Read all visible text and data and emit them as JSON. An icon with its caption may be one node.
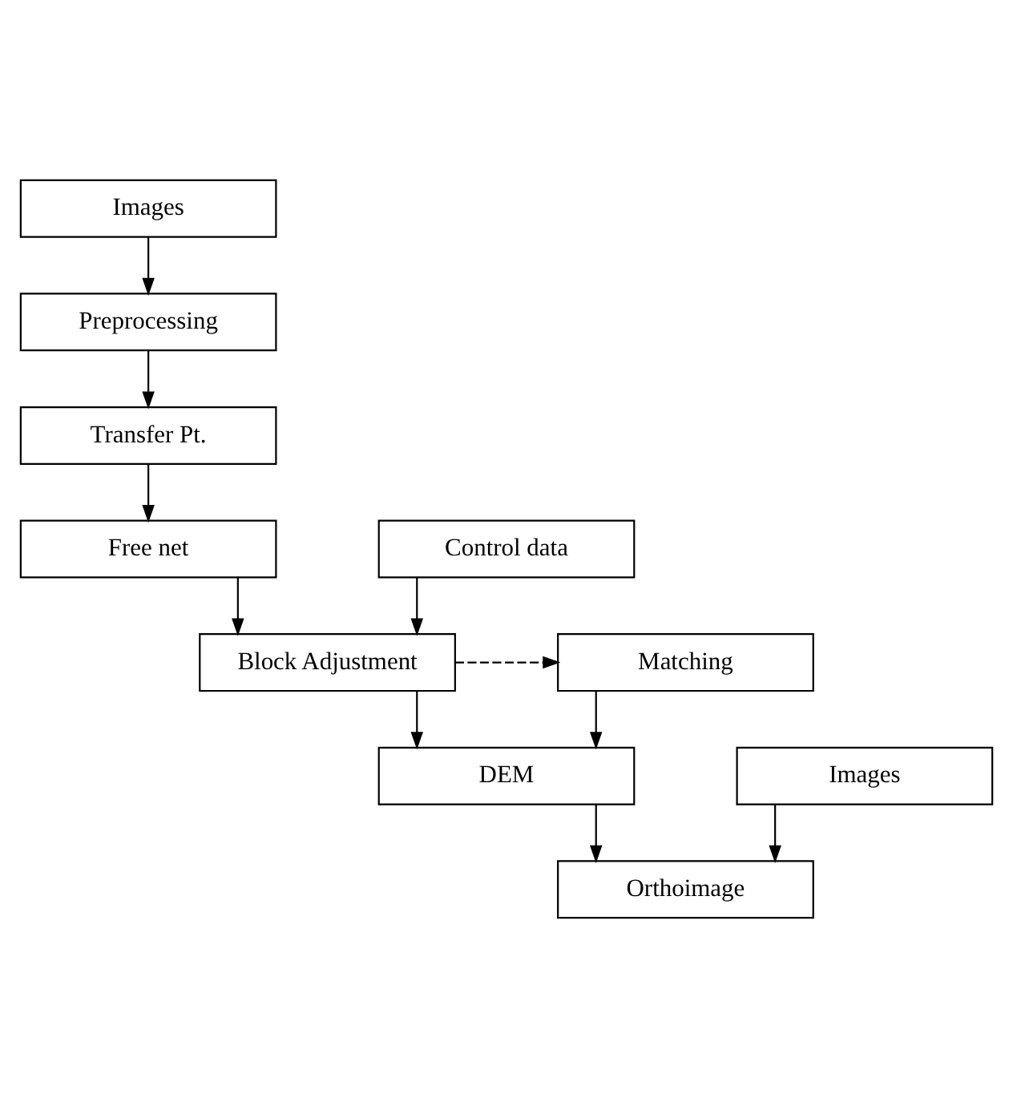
{
  "diagram": {
    "nodes": [
      {
        "text": [
          "Images"
        ]
      },
      {
        "text": [
          "Preprocessing"
        ]
      },
      {
        "text": [
          "Transfer Pt."
        ]
      },
      {
        "text": [
          "Free net"
        ]
      },
      {
        "text": [
          "Control data"
        ]
      },
      {
        "text": [
          "Block Adjustment"
        ]
      },
      {
        "text": [
          "Matching"
        ]
      },
      {
        "text": [
          "DEM"
        ]
      },
      {
        "text": [
          "Images"
        ]
      },
      {
        "text": [
          "Orthoimage"
        ]
      }
    ],
    "edges": [
      {
        "from": 0,
        "to": 1,
        "arrow": "to"
      },
      {
        "from": 1,
        "to": 2,
        "arrow": "to"
      },
      {
        "from": 2,
        "to": 3,
        "arrow": "to"
      },
      {
        "from": 3,
        "to": 5,
        "arrow": "to"
      },
      {
        "from": 4,
        "to": 5,
        "arrow": "to"
      },
      {
        "from": 5,
        "to": 6,
        "arrow": "to",
        "style": "dashed"
      },
      {
        "from": 6,
        "to": 7,
        "arrow": "to"
      },
      {
        "from": 5,
        "to": 7,
        "arrow": "to"
      },
      {
        "from": 7,
        "to": 9,
        "arrow": "to"
      },
      {
        "from": 8,
        "to": 9,
        "arrow": "to"
      }
    ]
  }
}
